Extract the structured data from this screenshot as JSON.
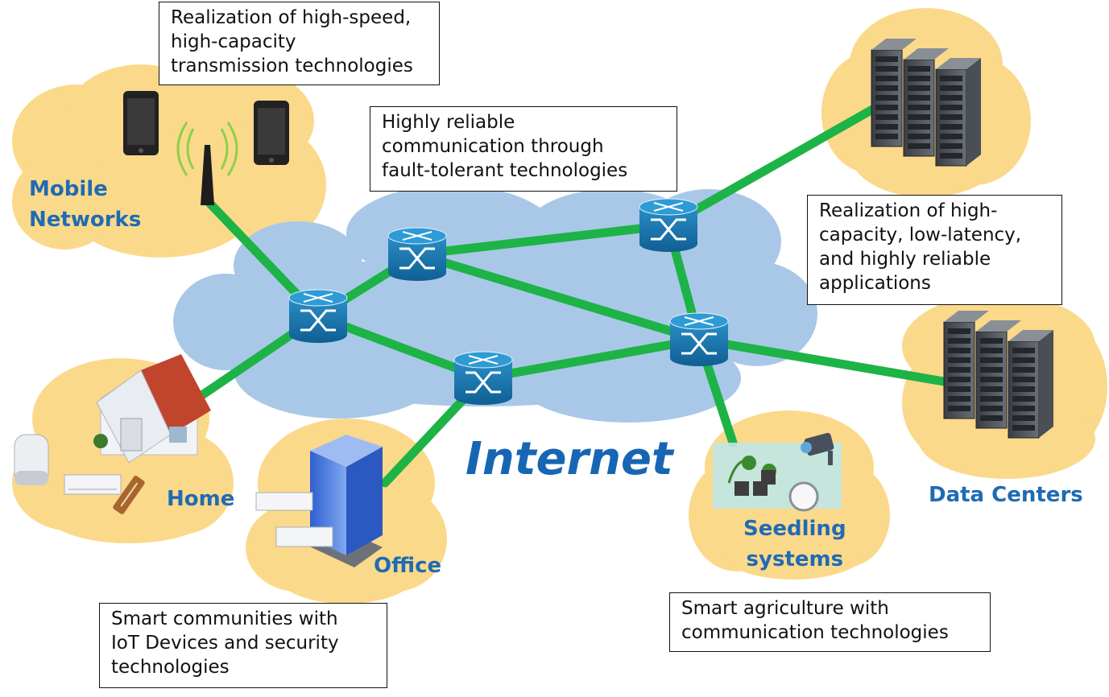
{
  "labels": {
    "internet": "Internet",
    "mobile": "Mobile\nNetworks",
    "home": "Home",
    "office": "Office",
    "seedling": "Seedling\nsystems",
    "datacenters": "Data Centers"
  },
  "notes": {
    "top_left": "Realization of high-speed,\nhigh-capacity\ntransmission technologies",
    "top_middle": "Highly reliable\ncommunication through\nfault-tolerant technologies",
    "right": "Realization of high-\ncapacity, low-latency,\nand highly reliable\napplications",
    "bottom_left": "Smart communities with\nIoT Devices and security\ntechnologies",
    "bottom_right": "Smart agriculture with\ncommunication technologies"
  },
  "colors": {
    "link": "#1db346",
    "cloud_internet": "#a9c8e8",
    "cloud_region": "#fbd98a",
    "router": "#1a7ab0",
    "label_blue": "#1f6bb5"
  }
}
